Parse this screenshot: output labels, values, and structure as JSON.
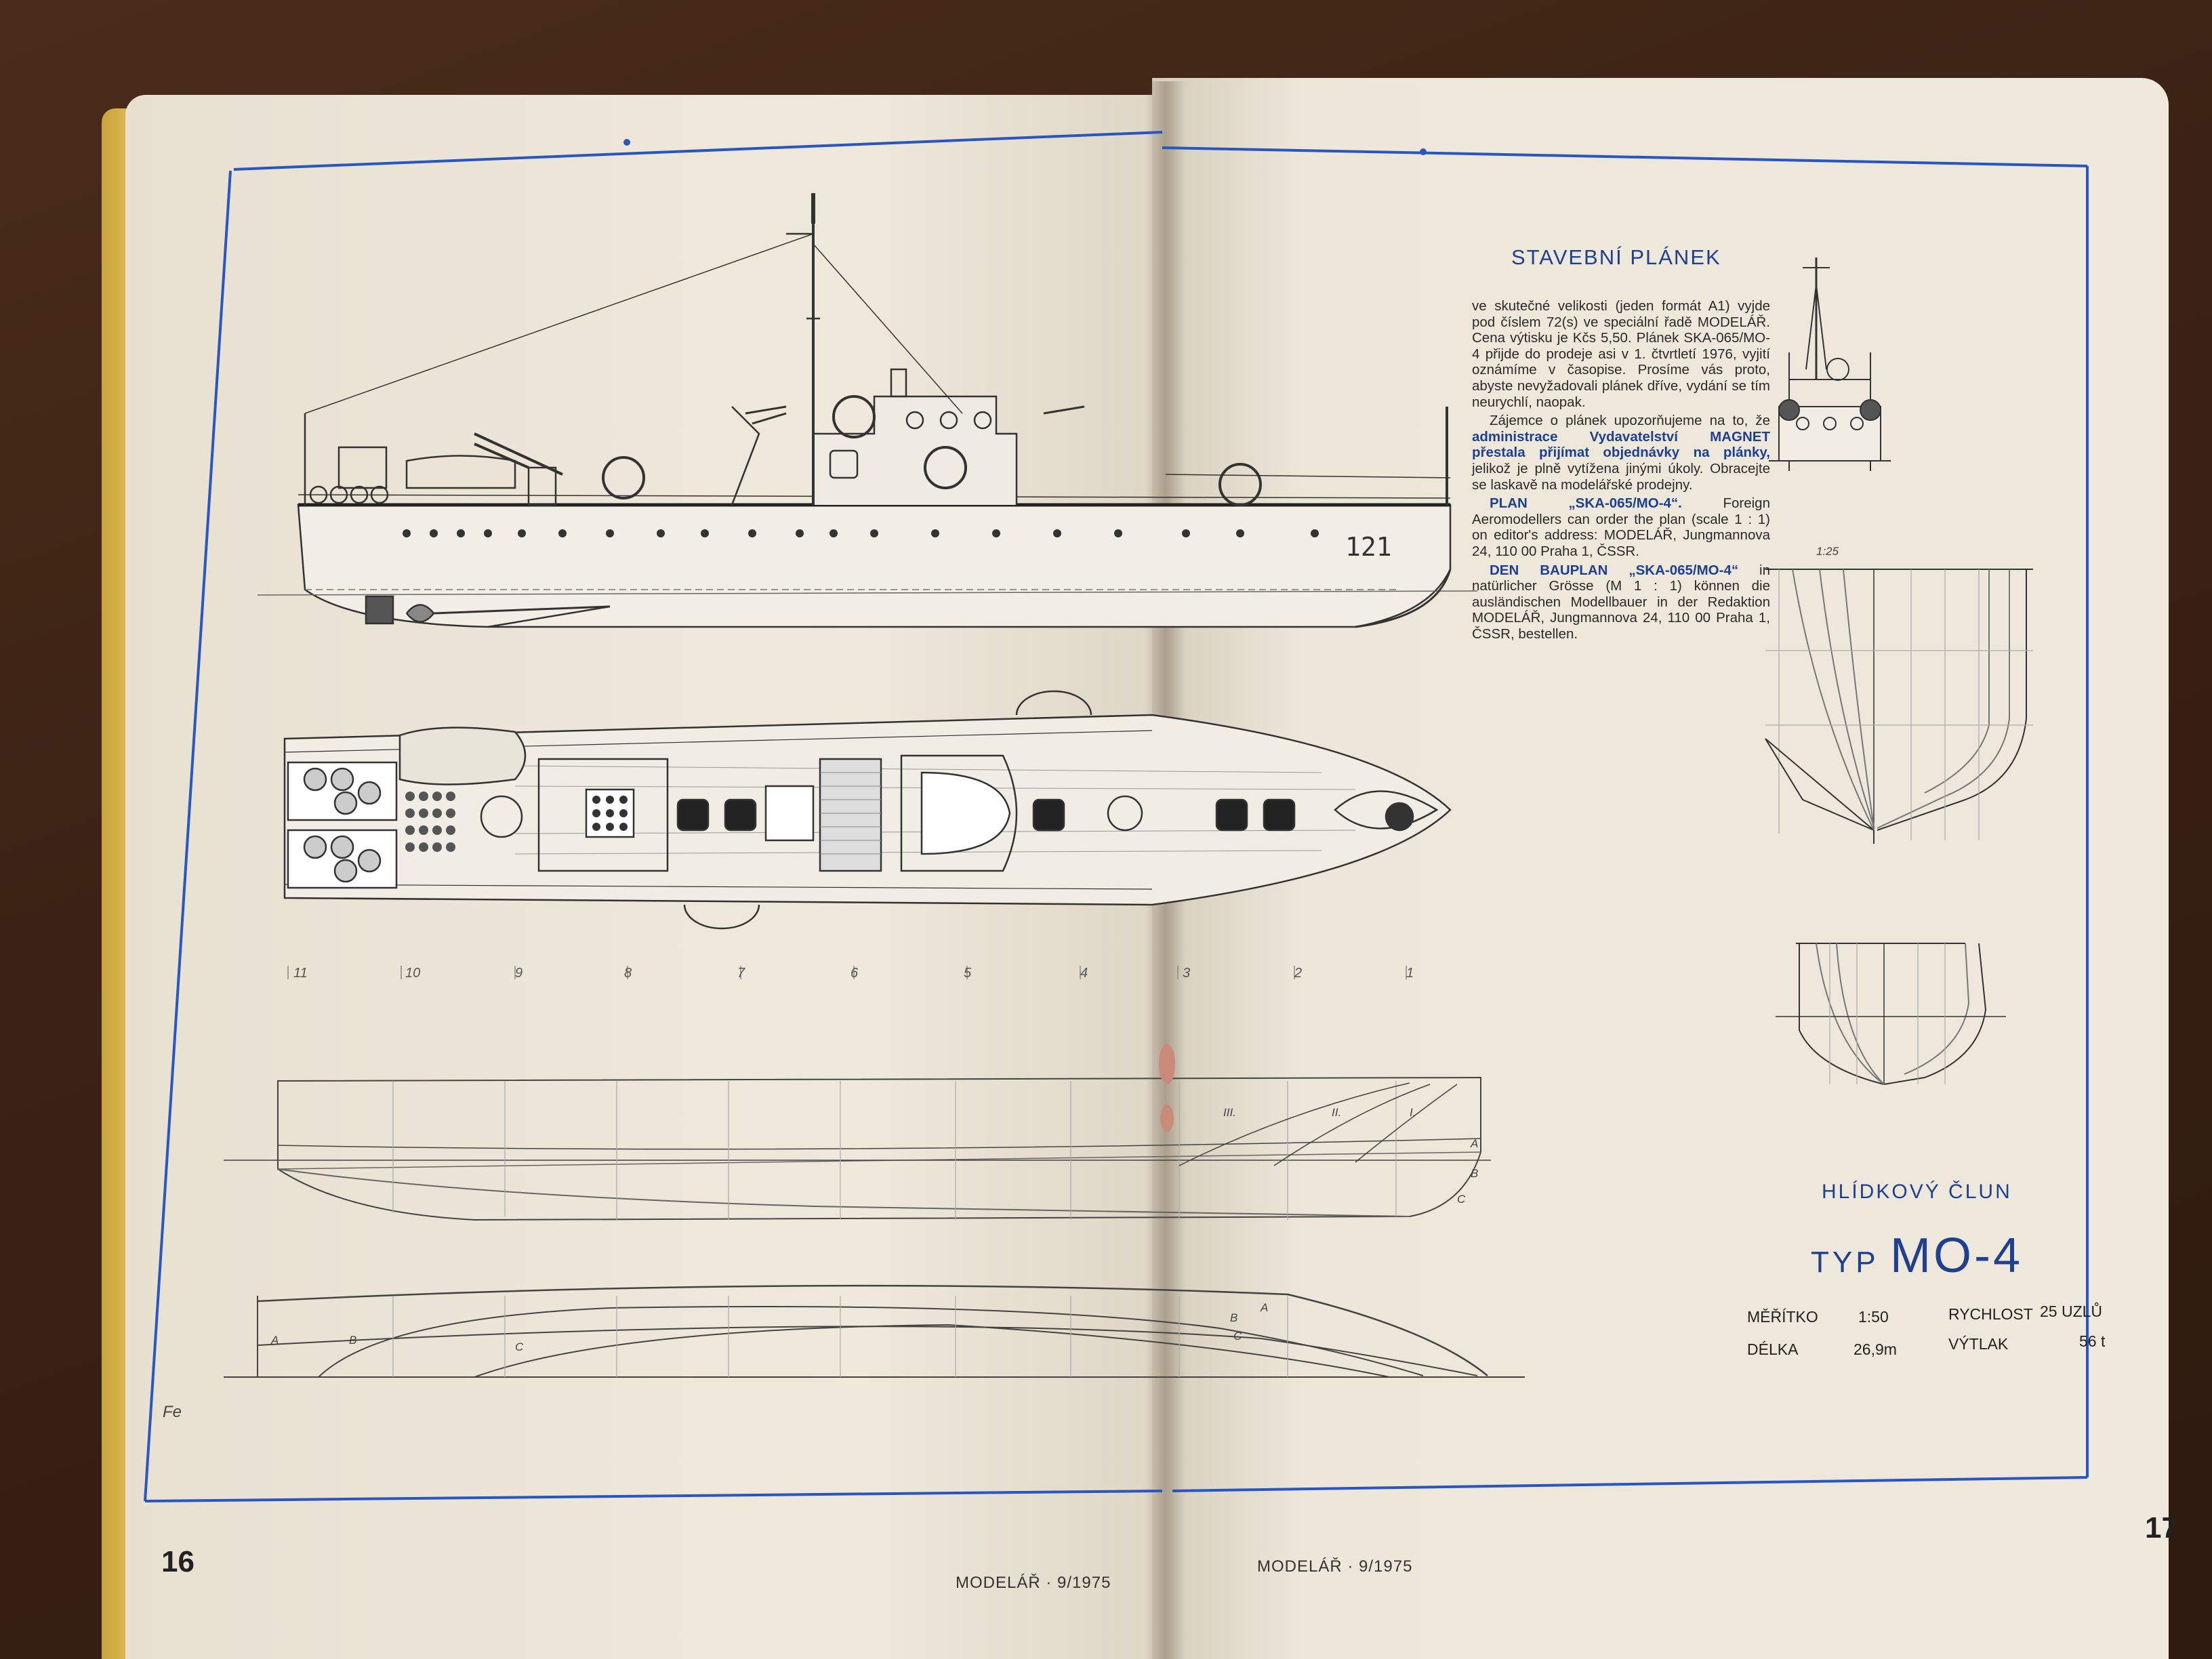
{
  "header": {
    "title": "STAVEBNÍ PLÁNEK"
  },
  "article": {
    "p1": "ve skutečné velikosti (jeden formát A1) vyjde pod číslem 72(s) ve speciální řadě MODELÁŘ. Cena výtisku je Kčs 5,50. Plánek SKA-065/MO-4 přijde do prodeje asi v 1. čtvrtletí 1976, vyjití oznámíme v časopise. Prosíme vás proto, abyste nevyžadovali plánek dříve, vydání se tím neurychlí, naopak.",
    "p2_a": "Zájemce o plánek upozorňujeme na to, že ",
    "p2_b": "administrace Vydavatelství MAGNET přestala přijímat objednávky na plánky,",
    "p2_c": " jelikož je plně vytížena jinými úkoly. Obracejte se laskavě na modelářské prodejny.",
    "p3_head": "PLAN „SKA-065/MO-4“.",
    "p3_body": " Foreign Aeromodellers can order the plan (scale 1 : 1) on editor's address: MODELÁŘ, Jungmannova 24, 110 00 Praha 1, ČSSR.",
    "p4_head": "DEN BAUPLAN „SKA-065/MO-4“",
    "p4_body": " in natürlicher Grösse (M 1 : 1) können die ausländischen Modellbauer in der Redaktion MODELÁŘ, Jungmannova 24, 110 00 Praha 1, ČSSR, bestellen."
  },
  "caption": {
    "line1": "HLÍDKOVÝ ČLUN",
    "typ": "TYP",
    "model": "MO-4"
  },
  "specs": [
    {
      "label": "MĚŘÍTKO",
      "value": "1:50"
    },
    {
      "label": "DÉLKA",
      "value": "26,9m"
    },
    {
      "label": "RYCHLOST",
      "value": "25 UZLŮ"
    },
    {
      "label": "VÝTLAK",
      "value": "56 t"
    }
  ],
  "hull_number": "121",
  "scale_label": "1:25",
  "stations": [
    "11",
    "10",
    "9",
    "8",
    "7",
    "6",
    "5",
    "4",
    "3",
    "2",
    "1"
  ],
  "waterlines": [
    "A",
    "B",
    "C"
  ],
  "buttocks": [
    "III.",
    "II.",
    "I."
  ],
  "initials": "Fe",
  "pages": {
    "left": "16",
    "right": "17"
  },
  "footer": {
    "left": "MODELÁŘ · 9/1975",
    "right": "MODELÁŘ · 9/1975"
  },
  "colors": {
    "frame": "#2a56c0",
    "accent": "#1f3f8f",
    "paper": "#efe9dc",
    "yellow": "#e7c25a"
  }
}
